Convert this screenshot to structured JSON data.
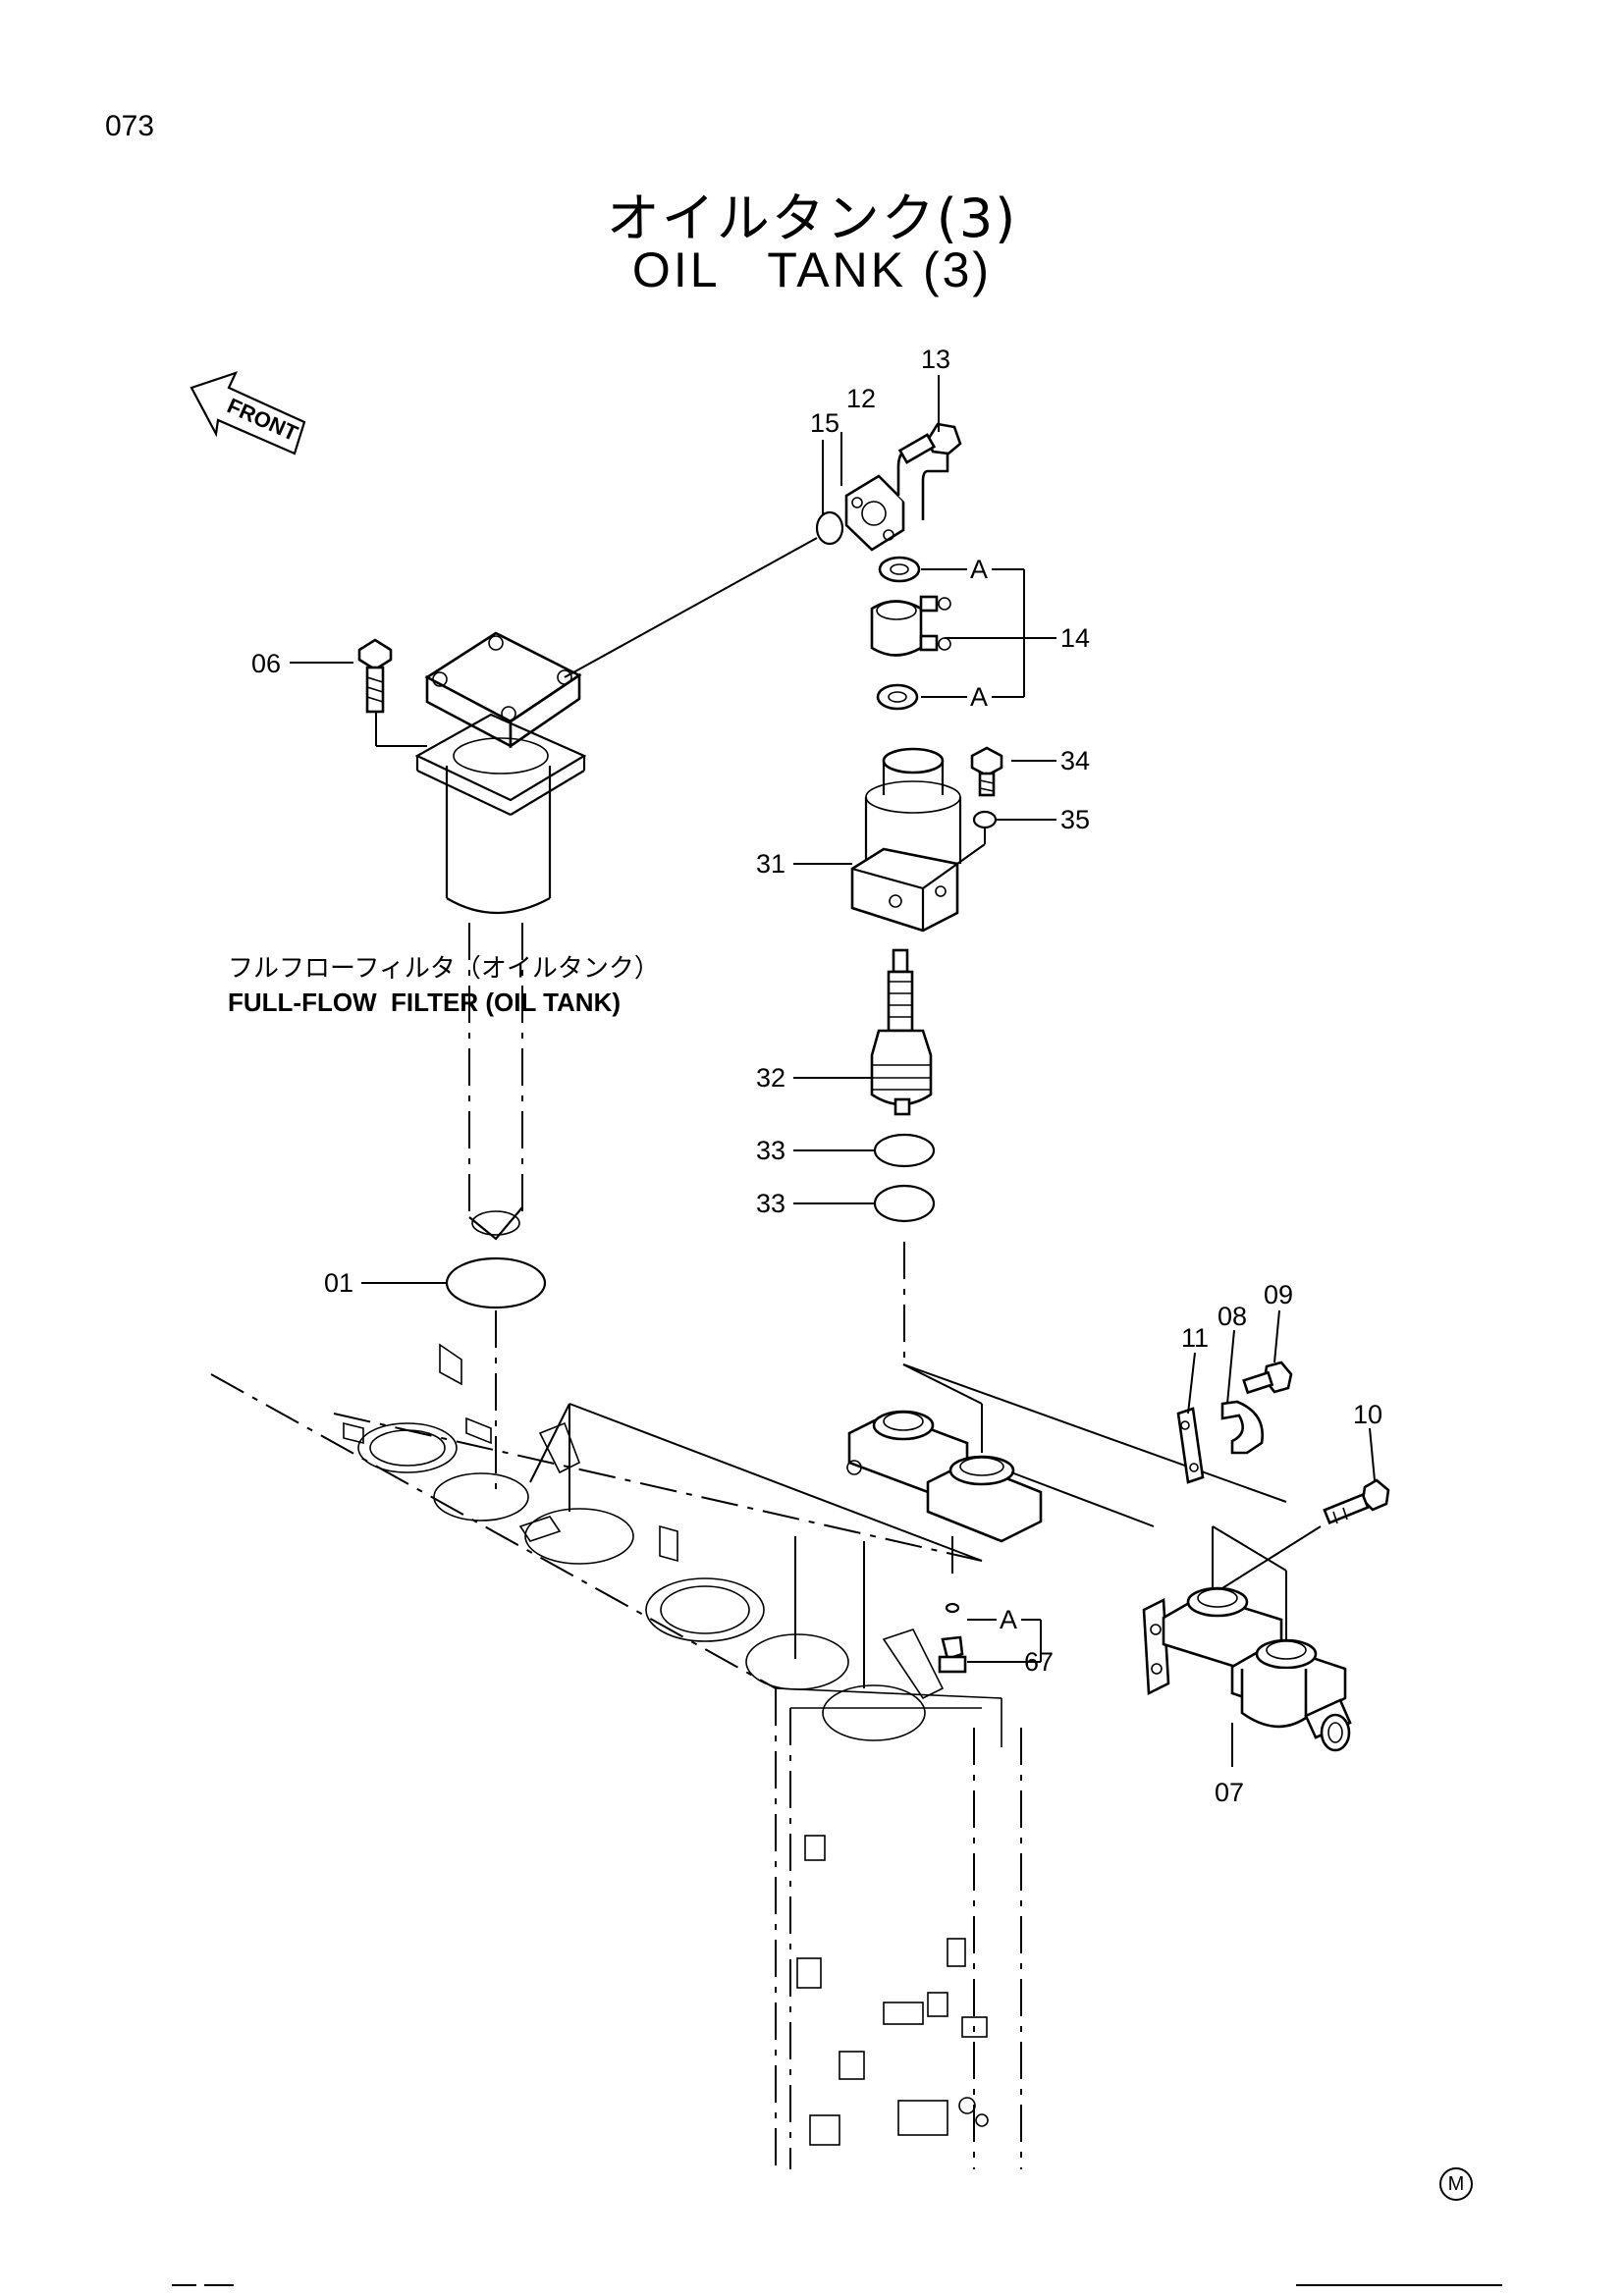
{
  "page_number": "073",
  "title_jp": "オイルタンク(3)",
  "title_en": "OIL   TANK (3)",
  "front_label": "FRONT",
  "caption_jp": "フルフローフィルタ（オイルタンク）",
  "caption_en": "FULL-FLOW  FILTER (OIL TANK)",
  "callouts": {
    "p01": "01",
    "p06": "06",
    "p07": "07",
    "p08": "08",
    "p09": "09",
    "p10": "10",
    "p11": "11",
    "p12": "12",
    "p13": "13",
    "p14": "14",
    "p15": "15",
    "p31": "31",
    "p32": "32",
    "p33a": "33",
    "p33b": "33",
    "p34": "34",
    "p35": "35",
    "p67": "67",
    "a1": "A",
    "a2": "A",
    "a3": "A"
  },
  "mark": "M"
}
